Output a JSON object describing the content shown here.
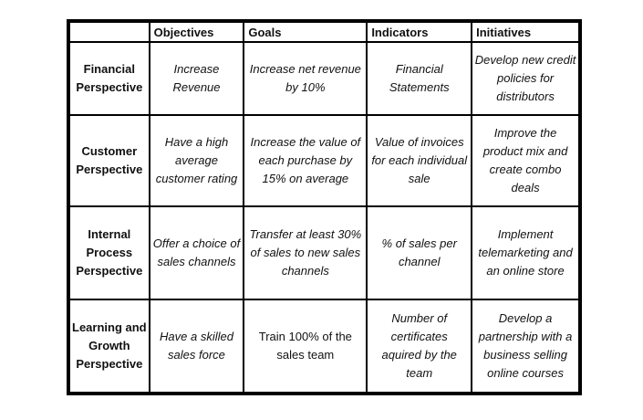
{
  "table": {
    "headers": [
      "",
      "Objectives",
      "Goals",
      "Indicators",
      "Initiatives"
    ],
    "rows": [
      {
        "label": "Financial Perspective",
        "objective": "Increase Revenue",
        "goal": "Increase net revenue by 10%",
        "indicator": "Financial Statements",
        "initiative": "Develop new credit policies for distributors"
      },
      {
        "label": "Customer Perspective",
        "objective": "Have a high average customer rating",
        "goal": "Increase the value of each purchase by 15% on average",
        "indicator": "Value of invoices for each individual sale",
        "initiative": "Improve the product mix and create combo deals"
      },
      {
        "label": "Internal Process Perspective",
        "objective": "Offer a choice of sales channels",
        "goal": "Transfer at least 30% of sales to new sales channels",
        "indicator": "% of sales per channel",
        "initiative": "Implement telemarketing and an online store"
      },
      {
        "label": "Learning and Growth Perspective",
        "objective": "Have a skilled sales force",
        "goal": "Train 100% of the sales team",
        "indicator": "Number of certificates aquired by the team",
        "initiative": "Develop a partnership with a business selling online courses"
      }
    ]
  }
}
